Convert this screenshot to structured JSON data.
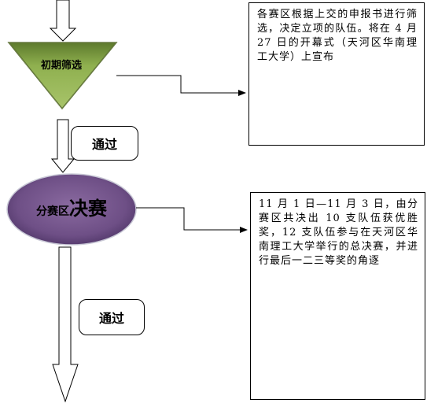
{
  "stage1": {
    "label": "初期筛选",
    "fill_color": "#8fb04f",
    "border_color": "#4f6228"
  },
  "stage2": {
    "label_small": "分赛区",
    "label_large": "决赛",
    "fill_color": "#7a5a8f",
    "border_color": "#3f3151"
  },
  "pass_labels": {
    "first": "通过",
    "second": "通过"
  },
  "notes": {
    "note1": "各赛区根据上交的申报书进行筛选，决定立项的队伍。将在 4 月 27 日的开幕式（天河区华南理工大学）上宣布",
    "note2": "11 月 1 日—11 月 3 日，由分赛区共决出 10 支队伍获优胜奖，12 支队伍参与在天河区华南理工大学举行的总决赛，并进行最后一二三等奖的角逐"
  },
  "icons": {
    "arrow": "down-block-arrow",
    "connector": "elbow-arrow"
  }
}
